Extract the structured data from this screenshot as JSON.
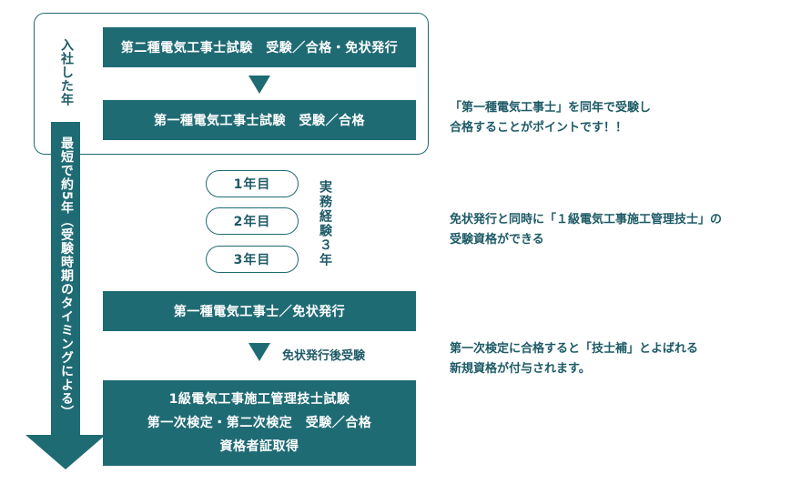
{
  "timeline": {
    "first_year_label": "入社した年",
    "overall_label": "最短で約5年（受験時期のタイミングによる）"
  },
  "steps": {
    "step1": "第二種電気工事士試験　受験／合格・免状発行",
    "step2": "第一種電気工事士試験　受験／合格",
    "step3": "第一種電気工事士／免状発行",
    "step4_line1": "1級電気工事施工管理技士試験",
    "step4_line2": "第一次検定・第二次検定　受験／合格",
    "step4_line3": "資格者証取得"
  },
  "experience": {
    "years": [
      "1年目",
      "2年目",
      "3年目"
    ],
    "label": "実務経験３年"
  },
  "arrow_label": "免状発行後受験",
  "notes": {
    "note1_line1": "「第一種電気工事士」を同年で受験し",
    "note1_line2": "合格することがポイントです！！",
    "note2_line1": "免状発行と同時に「１級電気工事施工管理技士」の",
    "note2_line2": "受験資格ができる",
    "note3_line1": "第一次検定に合格すると「技士補」とよばれる",
    "note3_line2": "新規資格が付与されます。"
  },
  "colors": {
    "accent": "#1f6b74",
    "text": "#1d5a66"
  }
}
